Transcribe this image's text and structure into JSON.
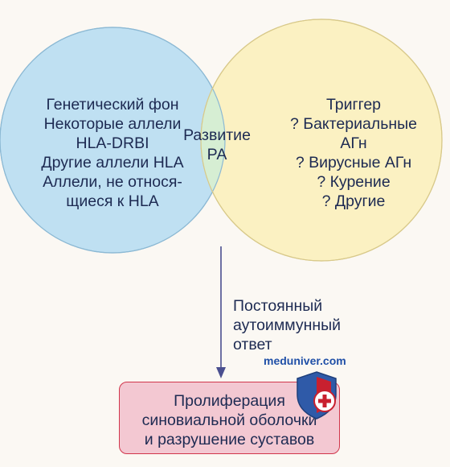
{
  "venn": {
    "left": {
      "lines": [
        "Генетический фон",
        "Некоторые аллели",
        "HLA-DRBI",
        "Другие аллели HLA",
        "Аллели, не относя-",
        "щиеся к HLA"
      ],
      "color": "#bfe0f2"
    },
    "right": {
      "lines": [
        "Триггер",
        "? Бактериальные",
        "АГн",
        "? Вирусные АГн",
        "? Курение",
        "? Другие"
      ],
      "color": "#fbf1c2"
    },
    "intersection": {
      "lines": [
        "Развитие",
        "РА"
      ],
      "color": "#d6eed3"
    }
  },
  "arrow": {
    "label_lines": [
      "Постоянный",
      "аутоиммунный",
      "ответ"
    ],
    "color": "#4a4f8f"
  },
  "result": {
    "lines": [
      "Пролиферация",
      "синовиальной оболочки",
      "и разрушение суставов"
    ],
    "fill": "#f3c8d2",
    "border": "#d1364c"
  },
  "watermark": {
    "text": "meduniver.com",
    "color": "#1f4fa7"
  }
}
